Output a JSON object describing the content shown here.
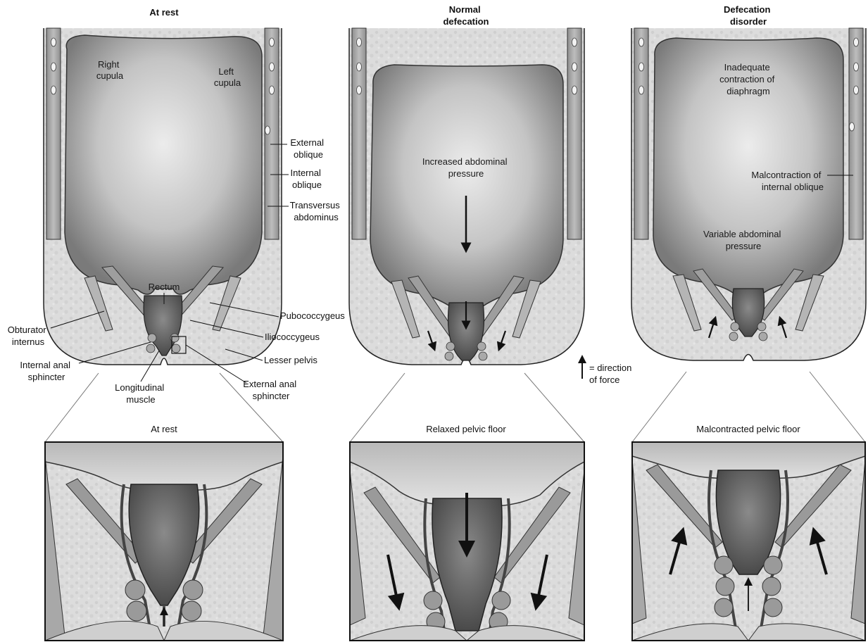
{
  "panels": {
    "rest": {
      "title": "At rest",
      "labels": {
        "right_cupula": [
          "Right",
          "cupula"
        ],
        "left_cupula": [
          "Left",
          "cupula"
        ],
        "external_oblique": [
          "External",
          "oblique"
        ],
        "internal_oblique": [
          "Internal",
          "oblique"
        ],
        "transversus": [
          "Transversus",
          "abdominus"
        ],
        "rectum": "Rectum",
        "pubococcygeus": "Pubococcygeus",
        "obturator": [
          "Obturator",
          "internus"
        ],
        "iliococcygeus": "Iliococcygeus",
        "lesser_pelvis": "Lesser pelvis",
        "internal_anal": [
          "Internal anal",
          "sphincter"
        ],
        "external_anal": [
          "External anal",
          "sphincter"
        ],
        "longitudinal": [
          "Longitudinal",
          "muscle"
        ]
      },
      "inset_title": "At rest"
    },
    "normal": {
      "title": [
        "Normal",
        "defecation"
      ],
      "labels": {
        "pressure": [
          "Increased abdominal",
          "pressure"
        ]
      },
      "inset_title": "Relaxed pelvic floor"
    },
    "disorder": {
      "title": [
        "Defecation",
        "disorder"
      ],
      "labels": {
        "diaphragm": [
          "Inadequate",
          "contraction of",
          "diaphragm"
        ],
        "malcontraction": [
          "Malcontraction of",
          "internal oblique"
        ],
        "variable": [
          "Variable abdominal",
          "pressure"
        ]
      },
      "inset_title": "Malcontracted pelvic floor"
    }
  },
  "legend": {
    "text": [
      "= direction",
      "of force"
    ],
    "icon": "up-arrow-icon"
  }
}
